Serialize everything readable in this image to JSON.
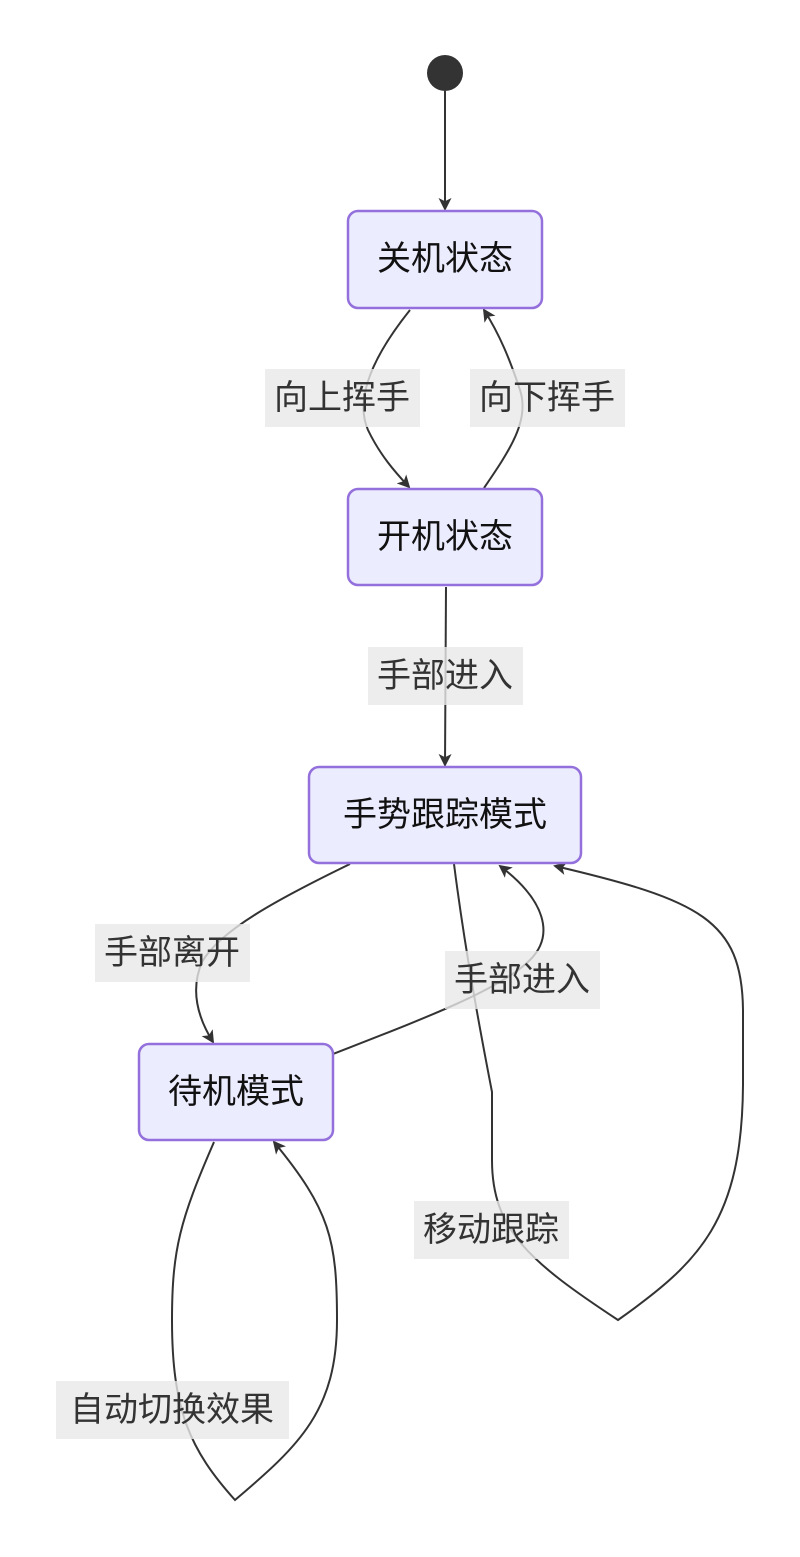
{
  "states": {
    "off": "关机状态",
    "on": "开机状态",
    "tracking": "手势跟踪模式",
    "standby": "待机模式"
  },
  "transitions": {
    "swipe_up": "向上挥手",
    "swipe_down": "向下挥手",
    "hand_enter_1": "手部进入",
    "hand_leave": "手部离开",
    "hand_enter_2": "手部进入",
    "move_tracking": "移动跟踪",
    "auto_switch": "自动切换效果"
  },
  "colors": {
    "node_fill": "#ECECFF",
    "node_stroke": "#9370DB",
    "edge": "#333333",
    "label_bg": "#e8e8e8"
  }
}
